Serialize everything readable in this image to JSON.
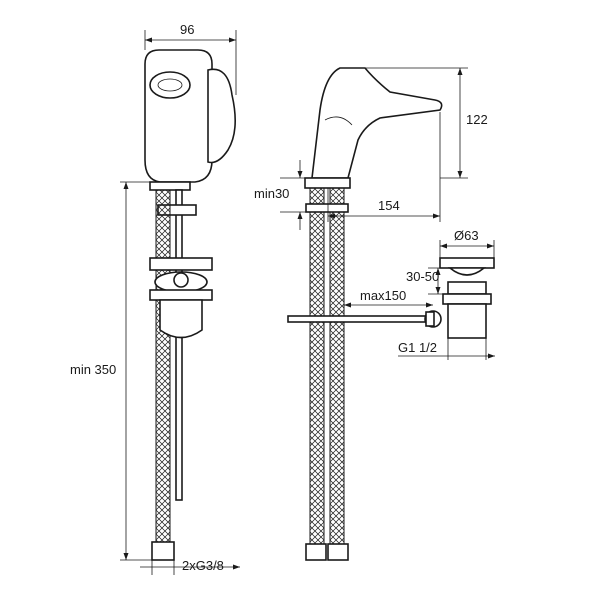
{
  "dimensions": {
    "top_width": "96",
    "spout_height": "122",
    "deck_thickness": "min30",
    "spout_reach": "154",
    "drain_diameter": "Ø63",
    "plug_lift": "30-50",
    "rod_length": "max150",
    "drain_thread": "G1 1/2",
    "hose_length": "min 350",
    "hose_connection": "2xG3/8"
  },
  "colors": {
    "line": "#1a1a1a",
    "background": "#ffffff"
  }
}
